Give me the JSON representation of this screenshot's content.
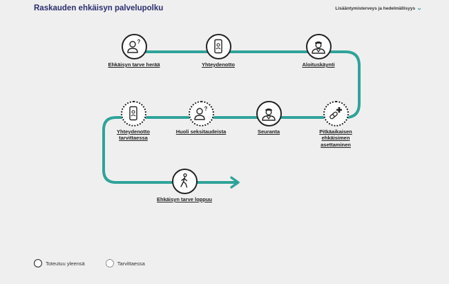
{
  "header": {
    "title": "Raskauden ehkäisyn palvelupolku",
    "topic_select": "Lisääntymisterveys ja hedelmällisyys"
  },
  "steps": [
    {
      "label": "Ehkäisyn tarve herää",
      "icon": "person-question-icon",
      "optional": false
    },
    {
      "label": "Yhteydenotto",
      "icon": "phone-icon",
      "optional": false
    },
    {
      "label": "Aloituskäynti",
      "icon": "nurse-icon",
      "optional": false
    },
    {
      "label": "Pitkäaikaisen ehkäisimen asettaminen",
      "icon": "pill-plus-icon",
      "optional": true
    },
    {
      "label": "Seuranta",
      "icon": "nurse-icon",
      "optional": false
    },
    {
      "label": "Huoli seksitaudeista",
      "icon": "person-question-icon",
      "optional": true
    },
    {
      "label": "Yhteydenotto tarvittaessa",
      "icon": "phone-icon",
      "optional": true
    },
    {
      "label": "Ehkäisyn tarve loppuu",
      "icon": "walking-person-icon",
      "optional": false
    }
  ],
  "legend": {
    "usual": "Toteutuu yleensä",
    "optional": "Tarvittaessa"
  },
  "colors": {
    "path": "#2fa39a",
    "title": "#2b2e6e",
    "background": "#efefef"
  }
}
